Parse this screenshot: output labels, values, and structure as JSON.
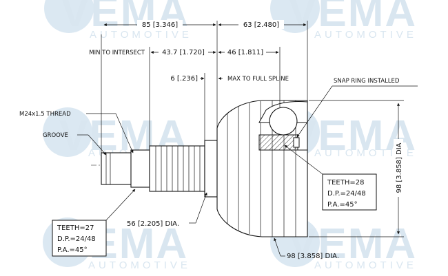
{
  "watermark": {
    "brand": "VEMA",
    "tagline": "AUTOMOTIVE",
    "registered": "®"
  },
  "dimensions": {
    "overall_left": "85 [3.346]",
    "overall_right": "63 [2.480]",
    "min_to_intersect_label": "MIN TO INTERSECT",
    "min_to_intersect_value": "43.7 [1.720]",
    "spline_length": "46 [1.811]",
    "offset": "6 [.236]",
    "max_to_full_spline": "MAX TO FULL SPLINE",
    "snap_ring": "SNAP RING INSTALLED",
    "thread": "M24x1.5 THREAD",
    "groove": "GROOVE",
    "shaft_dia": "56 [2.205] DIA.",
    "bell_dia_vertical": "98 [3.858] DIA",
    "bell_dia_bottom": "98 [3.858] DIA."
  },
  "spec_box_left": {
    "teeth": "TEETH=27",
    "dp": "D.P.=24/48",
    "pa": "P.A.=45°"
  },
  "spec_box_right": {
    "teeth": "TEETH=28",
    "dp": "D.P.=24/48",
    "pa": "P.A.=45°"
  }
}
